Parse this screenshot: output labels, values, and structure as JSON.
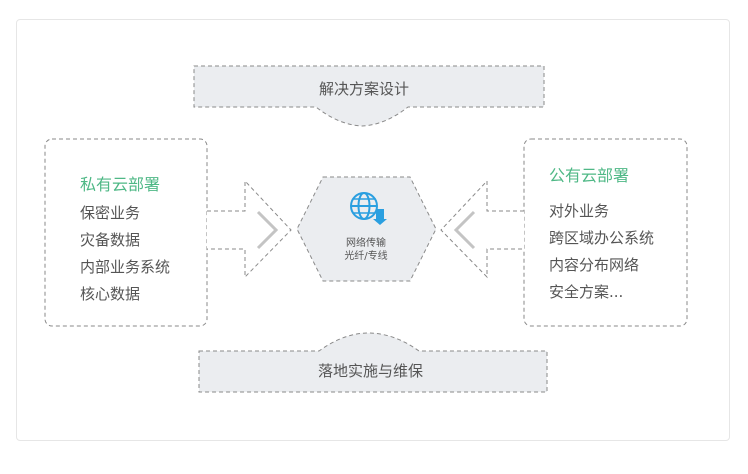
{
  "top_banner": {
    "label": "解决方案设计"
  },
  "bottom_banner": {
    "label": "落地实施与维保"
  },
  "private_cloud": {
    "title": "私有云部署",
    "items": [
      "保密业务",
      "灾备数据",
      "内部业务系统",
      "核心数据"
    ]
  },
  "public_cloud": {
    "title": "公有云部署",
    "items": [
      "对外业务",
      "跨区域办公系统",
      "内容分布网络",
      "安全方案..."
    ]
  },
  "center": {
    "line1": "网络传输",
    "line2": "光纤/专线",
    "icon": "globe-download-icon"
  },
  "colors": {
    "accent": "#4fb886",
    "icon_blue": "#2a9fe0",
    "shape_fill": "#ebedf0",
    "dash": "#8a8a8a"
  }
}
